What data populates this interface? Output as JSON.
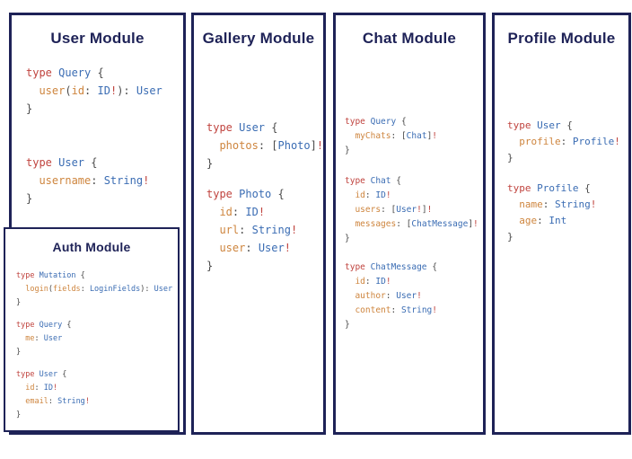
{
  "colors": {
    "background": "#ffffff",
    "panel_border": "#1e2257",
    "title": "#1e2257",
    "keyword": "#c0443f",
    "type_name": "#3a6cb3",
    "field": "#ce853e",
    "punctuation": "#4a4a4a",
    "exclaim": "#c0443f"
  },
  "panels": [
    {
      "id": "user",
      "title": "User Module",
      "blocks": [
        [
          [
            [
              "k",
              "type "
            ],
            [
              "t",
              "Query "
            ],
            [
              "p",
              "{"
            ]
          ],
          [
            [
              "p",
              "  "
            ],
            [
              "f",
              "user"
            ],
            [
              "p",
              "("
            ],
            [
              "f",
              "id"
            ],
            [
              "p",
              ": "
            ],
            [
              "t",
              "ID"
            ],
            [
              "x",
              "!"
            ],
            [
              "p",
              "): "
            ],
            [
              "t",
              "User"
            ]
          ],
          [
            [
              "p",
              "}"
            ]
          ]
        ],
        [
          [
            [
              "k",
              "type "
            ],
            [
              "t",
              "User "
            ],
            [
              "p",
              "{"
            ]
          ],
          [
            [
              "p",
              "  "
            ],
            [
              "f",
              "username"
            ],
            [
              "p",
              ": "
            ],
            [
              "t",
              "String"
            ],
            [
              "x",
              "!"
            ]
          ],
          [
            [
              "p",
              "}"
            ]
          ]
        ]
      ]
    },
    {
      "id": "gallery",
      "title": "Gallery Module",
      "blocks": [
        [
          [
            [
              "k",
              "type "
            ],
            [
              "t",
              "User "
            ],
            [
              "p",
              "{"
            ]
          ],
          [
            [
              "p",
              "  "
            ],
            [
              "f",
              "photos"
            ],
            [
              "p",
              ": ["
            ],
            [
              "t",
              "Photo"
            ],
            [
              "p",
              "]"
            ],
            [
              "x",
              "!"
            ]
          ],
          [
            [
              "p",
              "}"
            ]
          ]
        ],
        [
          [
            [
              "k",
              "type "
            ],
            [
              "t",
              "Photo "
            ],
            [
              "p",
              "{"
            ]
          ],
          [
            [
              "p",
              "  "
            ],
            [
              "f",
              "id"
            ],
            [
              "p",
              ": "
            ],
            [
              "t",
              "ID"
            ],
            [
              "x",
              "!"
            ]
          ],
          [
            [
              "p",
              "  "
            ],
            [
              "f",
              "url"
            ],
            [
              "p",
              ": "
            ],
            [
              "t",
              "String"
            ],
            [
              "x",
              "!"
            ]
          ],
          [
            [
              "p",
              "  "
            ],
            [
              "f",
              "user"
            ],
            [
              "p",
              ": "
            ],
            [
              "t",
              "User"
            ],
            [
              "x",
              "!"
            ]
          ],
          [
            [
              "p",
              "}"
            ]
          ]
        ]
      ]
    },
    {
      "id": "chat",
      "title": "Chat Module",
      "blocks": [
        [
          [
            [
              "k",
              "type "
            ],
            [
              "t",
              "Query "
            ],
            [
              "p",
              "{"
            ]
          ],
          [
            [
              "p",
              "  "
            ],
            [
              "f",
              "myChats"
            ],
            [
              "p",
              ": ["
            ],
            [
              "t",
              "Chat"
            ],
            [
              "p",
              "]"
            ],
            [
              "x",
              "!"
            ]
          ],
          [
            [
              "p",
              "}"
            ]
          ]
        ],
        [
          [
            [
              "k",
              "type "
            ],
            [
              "t",
              "Chat "
            ],
            [
              "p",
              "{"
            ]
          ],
          [
            [
              "p",
              "  "
            ],
            [
              "f",
              "id"
            ],
            [
              "p",
              ": "
            ],
            [
              "t",
              "ID"
            ],
            [
              "x",
              "!"
            ]
          ],
          [
            [
              "p",
              "  "
            ],
            [
              "f",
              "users"
            ],
            [
              "p",
              ": ["
            ],
            [
              "t",
              "User"
            ],
            [
              "x",
              "!"
            ],
            [
              "p",
              "]"
            ],
            [
              "x",
              "!"
            ]
          ],
          [
            [
              "p",
              "  "
            ],
            [
              "f",
              "messages"
            ],
            [
              "p",
              ": ["
            ],
            [
              "t",
              "ChatMessage"
            ],
            [
              "p",
              "]"
            ],
            [
              "x",
              "!"
            ]
          ],
          [
            [
              "p",
              "}"
            ]
          ]
        ],
        [
          [
            [
              "k",
              "type "
            ],
            [
              "t",
              "ChatMessage "
            ],
            [
              "p",
              "{"
            ]
          ],
          [
            [
              "p",
              "  "
            ],
            [
              "f",
              "id"
            ],
            [
              "p",
              ": "
            ],
            [
              "t",
              "ID"
            ],
            [
              "x",
              "!"
            ]
          ],
          [
            [
              "p",
              "  "
            ],
            [
              "f",
              "author"
            ],
            [
              "p",
              ": "
            ],
            [
              "t",
              "User"
            ],
            [
              "x",
              "!"
            ]
          ],
          [
            [
              "p",
              "  "
            ],
            [
              "f",
              "content"
            ],
            [
              "p",
              ": "
            ],
            [
              "t",
              "String"
            ],
            [
              "x",
              "!"
            ]
          ],
          [
            [
              "p",
              "}"
            ]
          ]
        ]
      ]
    },
    {
      "id": "profile",
      "title": "Profile Module",
      "blocks": [
        [
          [
            [
              "k",
              "type "
            ],
            [
              "t",
              "User "
            ],
            [
              "p",
              "{"
            ]
          ],
          [
            [
              "p",
              "  "
            ],
            [
              "f",
              "profile"
            ],
            [
              "p",
              ": "
            ],
            [
              "t",
              "Profile"
            ],
            [
              "x",
              "!"
            ]
          ],
          [
            [
              "p",
              "}"
            ]
          ]
        ],
        [
          [
            [
              "k",
              "type "
            ],
            [
              "t",
              "Profile "
            ],
            [
              "p",
              "{"
            ]
          ],
          [
            [
              "p",
              "  "
            ],
            [
              "f",
              "name"
            ],
            [
              "p",
              ": "
            ],
            [
              "t",
              "String"
            ],
            [
              "x",
              "!"
            ]
          ],
          [
            [
              "p",
              "  "
            ],
            [
              "f",
              "age"
            ],
            [
              "p",
              ": "
            ],
            [
              "t",
              "Int"
            ]
          ],
          [
            [
              "p",
              "}"
            ]
          ]
        ]
      ]
    }
  ],
  "auth_module": {
    "title": "Auth Module",
    "blocks": [
      [
        [
          [
            "k",
            "type "
          ],
          [
            "t",
            "Mutation "
          ],
          [
            "p",
            "{"
          ]
        ],
        [
          [
            "p",
            "  "
          ],
          [
            "f",
            "login"
          ],
          [
            "p",
            "("
          ],
          [
            "f",
            "fields"
          ],
          [
            "p",
            ": "
          ],
          [
            "t",
            "LoginFields"
          ],
          [
            "p",
            "): "
          ],
          [
            "t",
            "User"
          ]
        ],
        [
          [
            "p",
            "}"
          ]
        ]
      ],
      [
        [
          [
            "k",
            "type "
          ],
          [
            "t",
            "Query "
          ],
          [
            "p",
            "{"
          ]
        ],
        [
          [
            "p",
            "  "
          ],
          [
            "f",
            "me"
          ],
          [
            "p",
            ": "
          ],
          [
            "t",
            "User"
          ]
        ],
        [
          [
            "p",
            "}"
          ]
        ]
      ],
      [
        [
          [
            "k",
            "type "
          ],
          [
            "t",
            "User "
          ],
          [
            "p",
            "{"
          ]
        ],
        [
          [
            "p",
            "  "
          ],
          [
            "f",
            "id"
          ],
          [
            "p",
            ": "
          ],
          [
            "t",
            "ID"
          ],
          [
            "x",
            "!"
          ]
        ],
        [
          [
            "p",
            "  "
          ],
          [
            "f",
            "email"
          ],
          [
            "p",
            ": "
          ],
          [
            "t",
            "String"
          ],
          [
            "x",
            "!"
          ]
        ],
        [
          [
            "p",
            "}"
          ]
        ]
      ]
    ]
  }
}
